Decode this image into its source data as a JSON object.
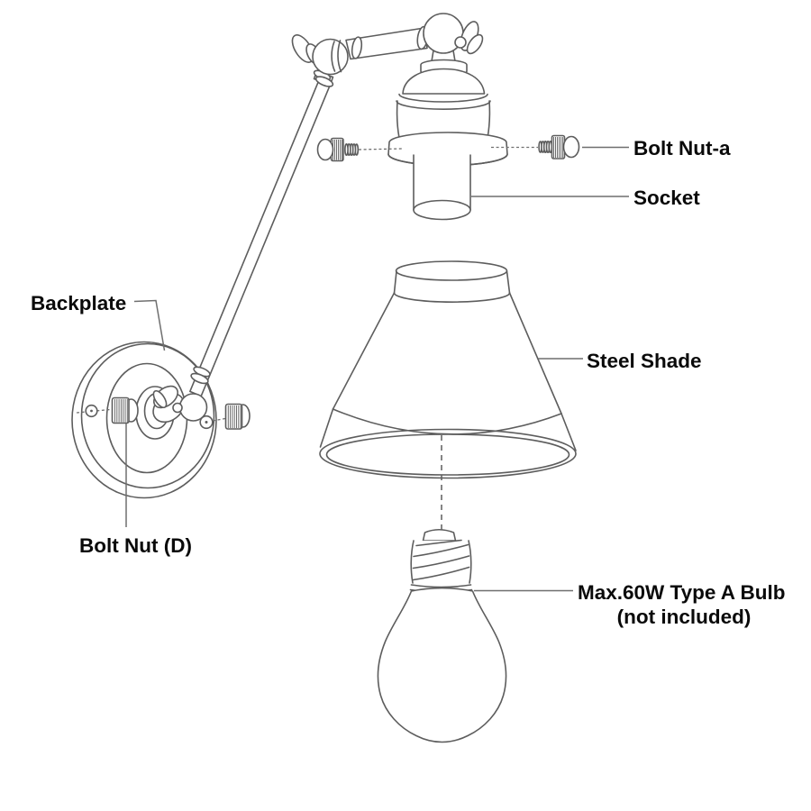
{
  "background": "#ffffff",
  "line_color": "#5d5d5d",
  "leader_color": "#6f6f6f",
  "text_color": "#0a0a0a",
  "callouts": {
    "bolt_nut_a": "Bolt Nut-a",
    "socket": "Socket",
    "backplate": "Backplate",
    "bolt_nut_d": "Bolt Nut (D)",
    "steel_shade": "Steel Shade",
    "bulb_line_1": "Max.60W Type A Bulb",
    "bulb_line_2": "(not included)"
  }
}
